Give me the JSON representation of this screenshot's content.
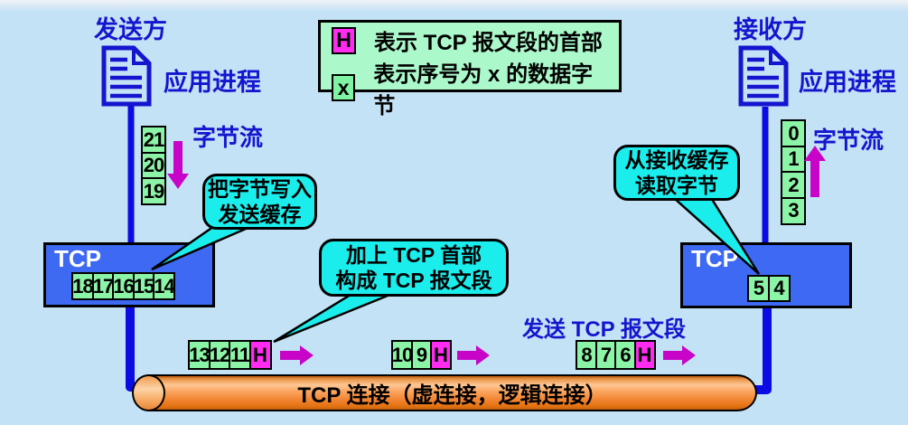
{
  "colors": {
    "background": "#C4E2F6",
    "accent_blue": "#1515CF",
    "line_blue": "#0B0BE3",
    "tcp_box_fill": "#3E6AF3",
    "cell_green": "#8CF4A6",
    "legend_bg": "#ABF8CB",
    "header_magenta": "#FF2BF0",
    "arrow_magenta": "#C704C7",
    "callout_cyan": "#1BEDED",
    "pipe_orange": "#F28532"
  },
  "legend": {
    "header_chip": "H",
    "header_desc": "表示 TCP 报文段的首部",
    "byte_chip": "x",
    "byte_desc": "表示序号为 x 的数据字节"
  },
  "sender": {
    "role": "发送方",
    "process": "应用进程",
    "stream_label": "字节流",
    "stream_bytes": [
      "21",
      "20",
      "19"
    ],
    "tcp_label": "TCP",
    "buffer_bytes": [
      "18",
      "17",
      "16",
      "15",
      "14"
    ],
    "callout_line1": "把字节写入",
    "callout_line2": "发送缓存"
  },
  "receiver": {
    "role": "接收方",
    "process": "应用进程",
    "stream_label": "字节流",
    "stream_bytes": [
      "0",
      "1",
      "2",
      "3"
    ],
    "tcp_label": "TCP",
    "buffer_bytes": [
      "5",
      "4"
    ],
    "callout_line1": "从接收缓存",
    "callout_line2": "读取字节"
  },
  "middle_callout": {
    "line1": "加上 TCP 首部",
    "line2": "构成 TCP 报文段"
  },
  "segments": {
    "send_label": "发送 TCP 报文段",
    "header_symbol": "H",
    "seg1_bytes": [
      "13",
      "12",
      "11"
    ],
    "seg2_bytes": [
      "10",
      "9"
    ],
    "seg3_bytes": [
      "8",
      "7",
      "6"
    ]
  },
  "pipe": {
    "label": "TCP 连接（虚连接，逻辑连接）"
  }
}
